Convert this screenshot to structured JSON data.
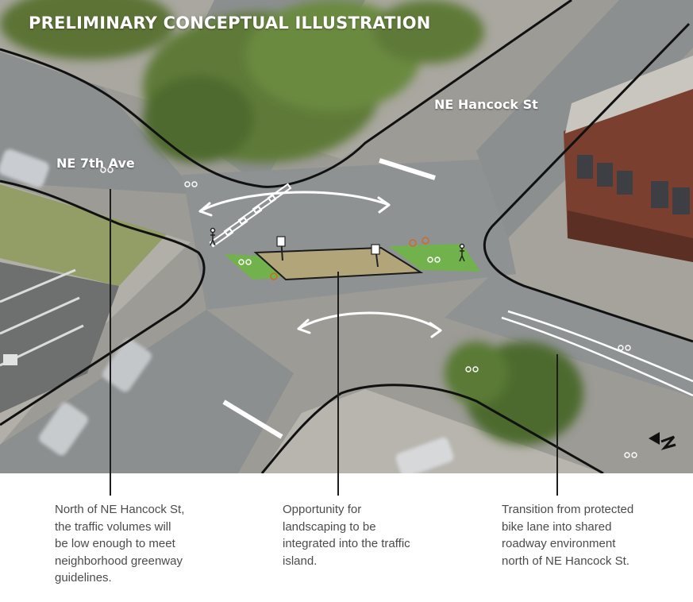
{
  "title": "PRELIMINARY CONCEPTUAL ILLUSTRATION",
  "streets": {
    "seventh": "NE 7th Ave",
    "hancock": "NE Hancock St"
  },
  "captions": [
    {
      "lines": [
        "North of NE Hancock St,",
        "the traffic volumes will",
        "be low enough to meet",
        "neighborhood greenway",
        "guidelines."
      ]
    },
    {
      "lines": [
        "Opportunity for",
        "landscaping to be",
        "integrated into the traffic",
        "island."
      ]
    },
    {
      "lines": [
        "Transition from protected",
        "bike lane into shared",
        "roadway environment",
        "north of NE Hancock St."
      ]
    }
  ],
  "icons": [
    "north-arrow-icon",
    "bike-symbol-icon",
    "pedestrian-icon",
    "sign-icon"
  ],
  "colors": {
    "road": "#8a8d8e",
    "sidewalk": "#b5b3ad",
    "trees": "#5f7a3a",
    "green_lane": "#6fb545",
    "island": "#b3a57a",
    "building": "#7a3f2e",
    "caption_text": "#4b4b4b"
  }
}
